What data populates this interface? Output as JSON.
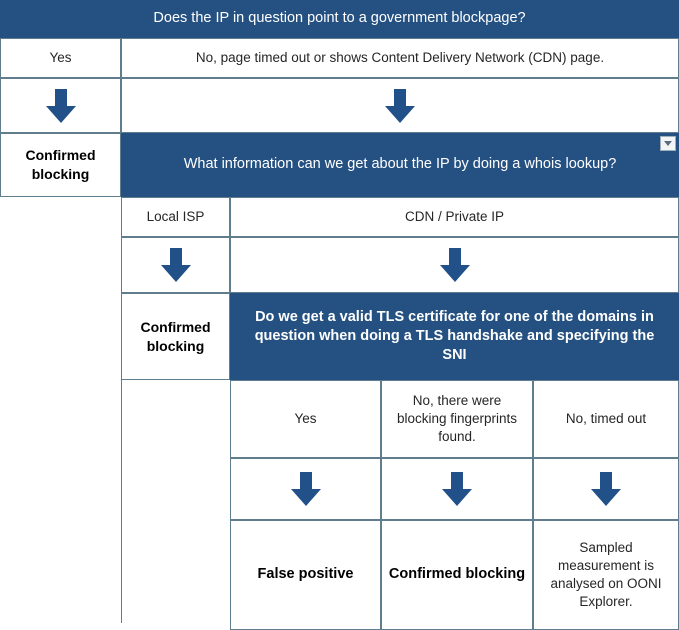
{
  "flow": {
    "title_icon": "decision-flowchart",
    "q1": {
      "question": "Does the IP in question point to a government blockpage?",
      "answer_yes": "Yes",
      "answer_no": "No, page timed out or shows Content Delivery Network (CDN) page.",
      "outcome_yes": "Confirmed blocking"
    },
    "q2": {
      "question": "What information can we get about the IP by doing a whois lookup?",
      "answer_local_isp": "Local ISP",
      "answer_cdn": "CDN / Private IP",
      "outcome_local_isp": "Confirmed blocking"
    },
    "q3": {
      "question": "Do we get a valid TLS certificate for one of the domains in question when doing a TLS handshake and specifying the SNI",
      "answer_yes": "Yes",
      "answer_fingerprints": "No, there were blocking fingerprints found.",
      "answer_timeout": "No, timed out",
      "outcome_yes": "False positive",
      "outcome_fingerprints": "Confirmed blocking",
      "outcome_timeout": "Sampled measurement is analysed on OONI Explorer."
    }
  },
  "controls": {
    "filter_button_label": "",
    "filter_icon": "chevron-down-icon"
  },
  "arrows": {
    "a1": "down-arrow",
    "a2": "down-arrow",
    "a3": "down-arrow",
    "a4": "down-arrow",
    "a5": "down-arrow",
    "a6": "down-arrow",
    "a7": "down-arrow"
  },
  "colors": {
    "header_blue": "#255182",
    "arrow_blue": "#22518a",
    "grid_line": "#5f7d8c",
    "text": "#262626",
    "background": "#ffffff"
  }
}
